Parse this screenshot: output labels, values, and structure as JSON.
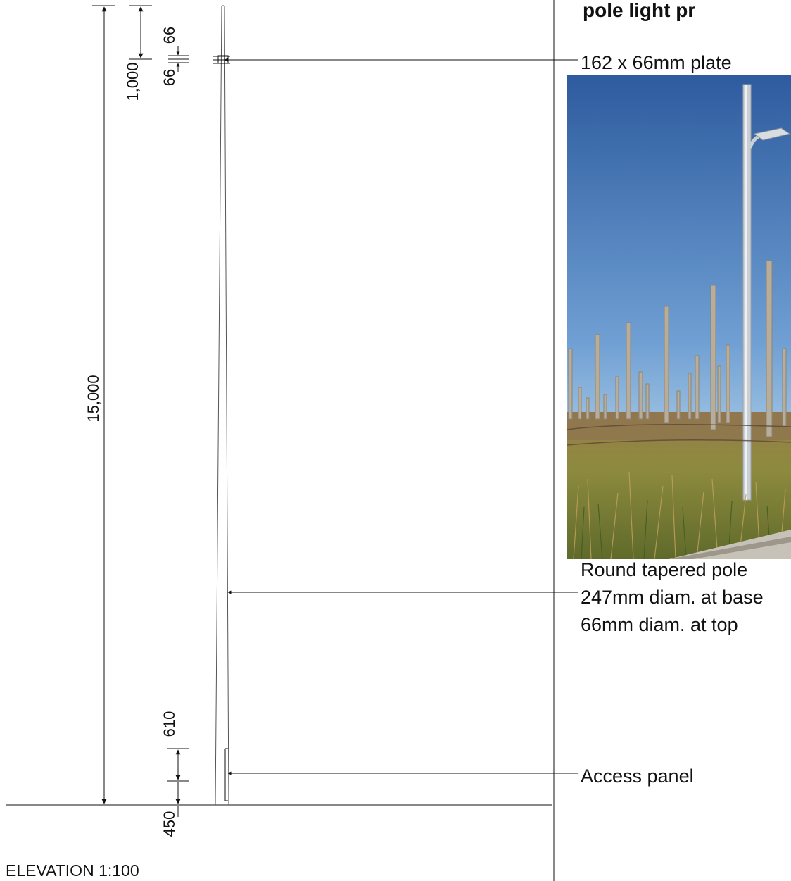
{
  "heading_partial": "pole light pr",
  "dimensions": {
    "total_height": "15,000",
    "top_offset": "1,000",
    "plate_top": "66",
    "plate_bottom": "66",
    "panel_height": "610",
    "panel_offset": "450"
  },
  "callouts": {
    "plate": "162 x 66mm plate",
    "pole_line1": "Round tapered pole",
    "pole_line2": "247mm diam. at base",
    "pole_line3": "66mm diam. at top",
    "access_panel": "Access panel"
  },
  "caption": "ELEVATION 1:100",
  "photo": {
    "description_icon": "pole-light-photo",
    "colors": {
      "sky_top": "#2f5fa6",
      "sky_bottom": "#9cc6e6",
      "grass": "#8a7a3a",
      "pole": "#c9cfd4"
    }
  }
}
